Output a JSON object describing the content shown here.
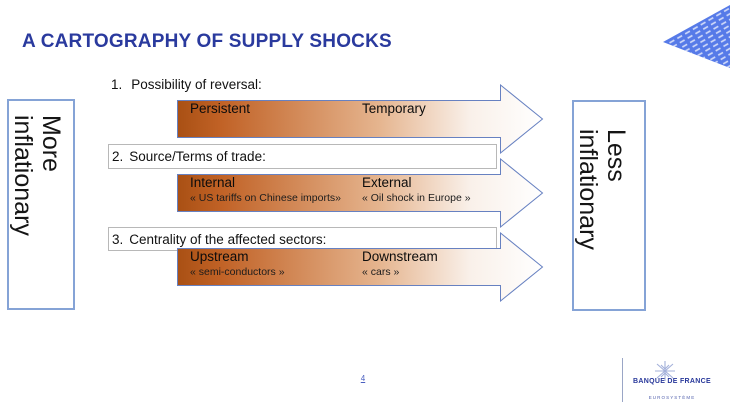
{
  "slide": {
    "title": "A CARTOGRAPHY OF SUPPLY SHOCKS",
    "page_number": "4"
  },
  "side_labels": {
    "left_lines": [
      "More",
      "inflationary"
    ],
    "right_lines": [
      "Less",
      "inflationary"
    ]
  },
  "items": [
    {
      "number": "1.",
      "label": "Possibility of reversal:",
      "arrow": {
        "left_label": "Persistent",
        "right_label": "Temporary"
      }
    },
    {
      "number": "2.",
      "label": "Source/Terms of trade:",
      "arrow": {
        "left_label": "Internal",
        "left_sub": "« US tariffs on Chinese imports»",
        "right_label": "External",
        "right_sub": "« Oil shock in Europe »"
      }
    },
    {
      "number": "3.",
      "label": "Centrality of the affected sectors:",
      "arrow": {
        "left_label": "Upstream",
        "left_sub": "« semi-conductors »",
        "right_label": "Downstream",
        "right_sub": "« cars »"
      }
    }
  ],
  "brand": {
    "bank_name": "BANQUE DE FRANCE",
    "subtitle": "EUROSYSTÈME"
  },
  "icons": {
    "corner_logo": "blue-dashed-triangle-logo",
    "footer_emblem": "banque-de-france-star-emblem"
  },
  "colors": {
    "title_blue": "#2A3A9E",
    "corner_logo_blue": "#567AE8",
    "arrow_dark_orange": "#A95014",
    "arrow_light_end": "#FFFFFF",
    "arrow_outline_blue": "#6781C1",
    "side_box_border": "#85A3D6",
    "brand_blue": "#27379A",
    "page_number_blue": "#4A5FC0"
  }
}
